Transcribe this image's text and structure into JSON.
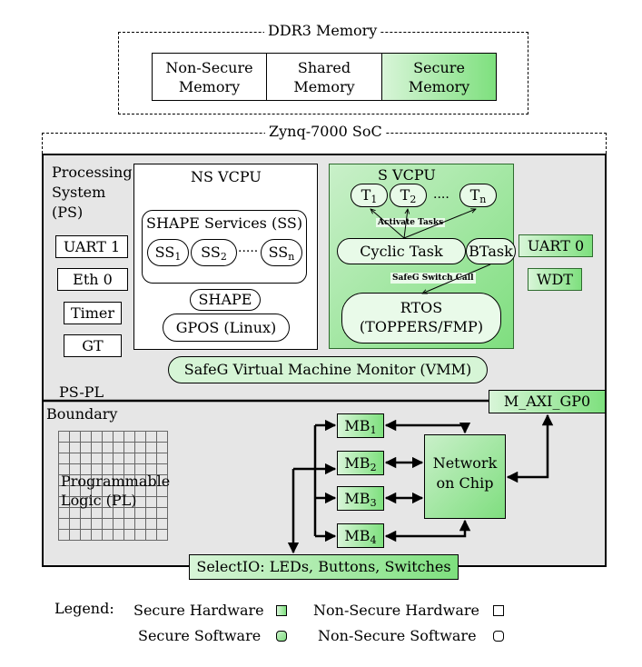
{
  "ddr3": {
    "title": "DDR3 Memory",
    "nonsecure_line1": "Non-Secure",
    "nonsecure_line2": "Memory",
    "shared_line1": "Shared",
    "shared_line2": "Memory",
    "secure_line1": "Secure",
    "secure_line2": "Memory"
  },
  "soc": {
    "title": "Zynq-7000 SoC",
    "ps_line1": "Processing",
    "ps_line2": "System",
    "ps_line3": "(PS)",
    "uart1": "UART 1",
    "eth0": "Eth 0",
    "timer": "Timer",
    "gt": "GT",
    "uart0": "UART 0",
    "wdt": "WDT",
    "ns_vcpu": "NS VCPU",
    "shape_services": "SHAPE Services (SS)",
    "ss_base": "SS",
    "ss1_sub": "1",
    "ss2_sub": "2",
    "ssn_sub": "n",
    "dots1": ".....",
    "shape": "SHAPE",
    "gpos": "GPOS (Linux)",
    "s_vcpu": "S VCPU",
    "t_base": "T",
    "t1_sub": "1",
    "t2_sub": "2",
    "tn_sub": "n",
    "dots2": "....",
    "activate_tasks": "Activate Tasks",
    "cyclic_task": "Cyclic Task",
    "btask": "BTask",
    "safeg_switch_call": "SafeG Switch Call",
    "rtos_line1": "RTOS",
    "rtos_line2": "(TOPPERS/FMP)",
    "vmm": "SafeG Virtual Machine Monitor (VMM)",
    "pspl": "PS-PL",
    "boundary": "Boundary",
    "m_axi": "M_AXI_GP0",
    "pl_line1": "Programmable",
    "pl_line2": "Logic (PL)",
    "mb_base": "MB",
    "mb1_sub": "1",
    "mb2_sub": "2",
    "mb3_sub": "3",
    "mb4_sub": "4",
    "noc_line1": "Network",
    "noc_line2": "on Chip",
    "selectio": "SelectIO: LEDs, Buttons, Switches"
  },
  "legend": {
    "title": "Legend:",
    "secure_hw": "Secure Hardware",
    "nonsecure_hw": "Non-Secure Hardware",
    "secure_sw": "Secure Software",
    "nonsecure_sw": "Non-Secure Software"
  }
}
